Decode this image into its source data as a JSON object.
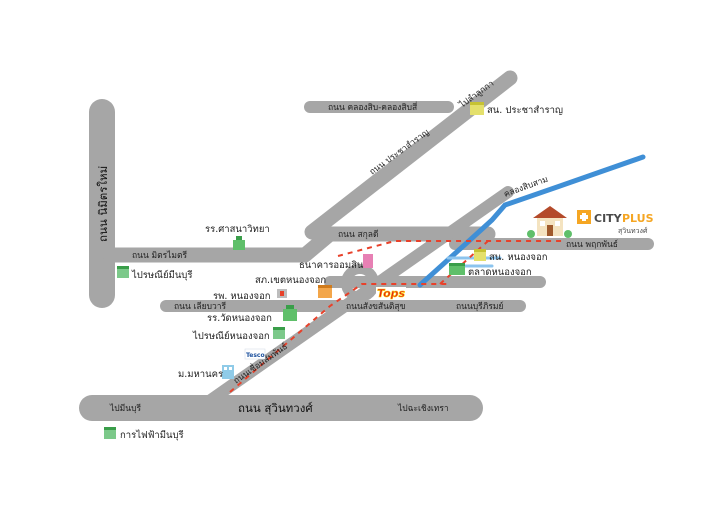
{
  "colors": {
    "road": "#a6a6a6",
    "route": "#e8412a",
    "canal": "#3f8fd6",
    "brand_accent": "#f5a623",
    "tops_red": "#e2231a",
    "tops_yellow": "#ffd200",
    "background": "#ffffff"
  },
  "roads": {
    "nimitmai": "ถนน นิมิตรใหม่",
    "mitmaitri": "ถนน มิตรไมตรี",
    "liapwari": "ถนน เลียบวารี",
    "sukhumvit": "ถนน สุวินทวงศ์",
    "pracharam": "ถนน ประชาสำราญ",
    "khlongsip": "ถนน คลองสิบ-คลองสิบสี่",
    "sakunti": "ถนน สกุลดี",
    "songsanit": "ถนนสังขสันติสุข",
    "buritham": "ถนนบุรีภิรมย์",
    "phrukphan": "ถนน พฤกพันธ์",
    "chueam": "ถนนเชื่อมสัมพันธ์"
  },
  "directions": {
    "to_lamlukka": "ไปลำลูกกา",
    "to_minburi": "ไปมีนบุรี",
    "to_chachoengsao": "ไปฉะเชิงเทรา"
  },
  "canals": {
    "khlong_sip_sam": "คลองสิบสาม"
  },
  "places": {
    "school_satsana": "รร.ศาสนาวิทยา",
    "post_minburi": "ไปรษณีย์มีนบุรี",
    "bank": "ธนาคารออมสิน",
    "police": "สภ.เขตหนองจอก",
    "hospital": "รพ. หนองจอก",
    "school_wat": "รร.วัดหนองจอก",
    "post_nongchok": "ไปรษณีย์หนองจอก",
    "university": "ม.มหานคร",
    "electric": "การไฟฟ้ามีนบุรี",
    "station_pracha": "สน. ประชาสำราญ",
    "station_nongchok": "สน. หนองจอก",
    "market": "ตลาดหนองจอก",
    "tops": "Tops",
    "tesco": "Tesco"
  },
  "brand": {
    "name_city": "CITY",
    "name_plus": "PLUS",
    "subtitle": "สุวินทวงศ์"
  }
}
